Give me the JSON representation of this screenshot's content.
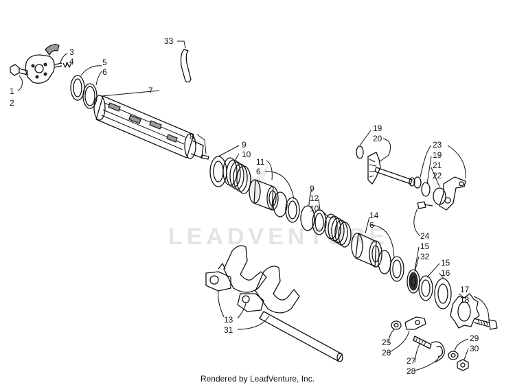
{
  "watermark": "LEADVENTURE",
  "footer": "Rendered by LeadVenture, Inc.",
  "callouts": {
    "c1": "1",
    "c2": "2",
    "c3": "3",
    "c4": "4",
    "c5": "5",
    "c6a": "6",
    "c7": "7",
    "c8": "8",
    "c33": "33",
    "c9a": "9",
    "c10a": "10",
    "c11": "11",
    "c6b": "6",
    "c9b": "9",
    "c12": "12",
    "c10b": "10",
    "c14": "14",
    "c6c": "6",
    "c19a": "19",
    "c20": "20",
    "c23": "23",
    "c19b": "19",
    "c21": "21",
    "c22": "22",
    "c24": "24",
    "c15a": "15",
    "c32": "32",
    "c15b": "15",
    "c16": "16",
    "c17": "17",
    "c18": "18",
    "c13": "13",
    "c31": "31",
    "c25": "25",
    "c26": "26",
    "c27": "27",
    "c28": "28",
    "c29": "29",
    "c30": "30"
  }
}
